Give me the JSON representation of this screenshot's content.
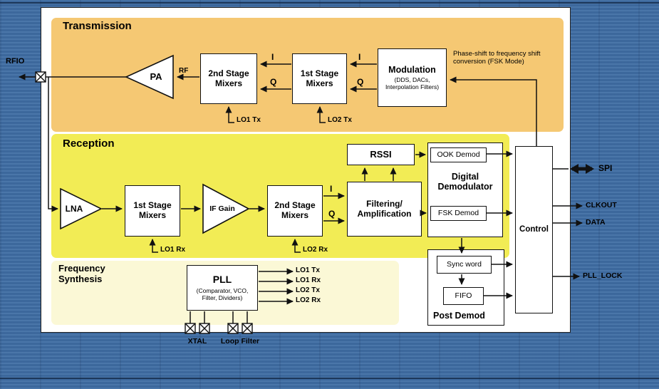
{
  "colors": {
    "background": "#3f6da4",
    "panel": "#ffffff",
    "transmission_bg": "#f5c873",
    "reception_bg": "#f2ec55",
    "synthesis_bg": "#fbf8d6",
    "outline": "#111111"
  },
  "external": {
    "rfio": "RFIO",
    "spi": "SPI",
    "clkout": "CLKOUT",
    "data": "DATA",
    "pll_lock": "PLL_LOCK",
    "xtal": "XTAL",
    "loop_filter": "Loop Filter"
  },
  "transmission": {
    "title": "Transmission",
    "pa": "PA",
    "rf": "RF",
    "mixers2": "2nd Stage Mixers",
    "mixers1": "1st Stage Mixers",
    "modulation_title": "Modulation",
    "modulation_sub": "(DDS, DACs, Interpolation Filters)",
    "phase_note": "Phase-shift to frequency shift conversion (FSK Mode)",
    "i": "I",
    "q": "Q",
    "lo1": "LO1 Tx",
    "lo2": "LO2 Tx"
  },
  "reception": {
    "title": "Reception",
    "lna": "LNA",
    "mixers1": "1st Stage Mixers",
    "if_gain": "IF Gain",
    "mixers2": "2nd Stage Mixers",
    "filtering_line1": "Filtering/",
    "filtering_line2": "Amplification",
    "rssi": "RSSI",
    "demod_title": "Digital Demodulator",
    "ook": "OOK Demod",
    "fsk": "FSK Demod",
    "i": "I",
    "q": "Q",
    "lo1": "LO1 Rx",
    "lo2": "LO2 Rx"
  },
  "synthesis": {
    "title": "Frequency Synthesis",
    "pll_title": "PLL",
    "pll_sub": "(Comparator, VCO, Filter, Dividers)",
    "outputs": [
      "LO1 Tx",
      "LO1 Rx",
      "LO2 Tx",
      "LO2 Rx"
    ]
  },
  "post_demod": {
    "title": "Post Demod",
    "sync": "Sync word",
    "fifo": "FIFO"
  },
  "control": {
    "label": "Control"
  }
}
